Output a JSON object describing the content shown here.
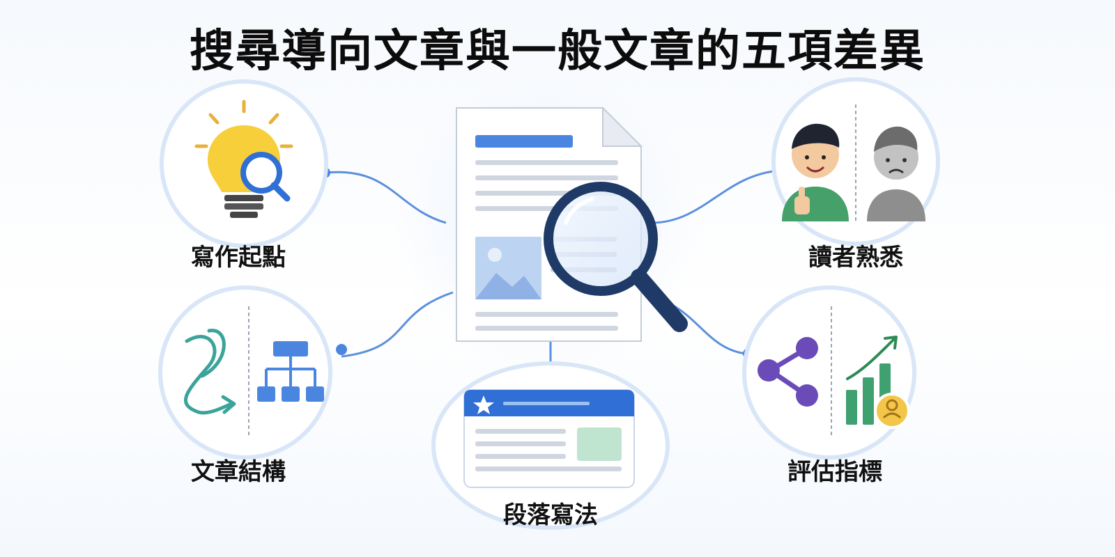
{
  "title": "搜尋導向文章與一般文章的五項差異",
  "items": [
    {
      "label": "寫作起點",
      "icon": "lightbulb-search-icon"
    },
    {
      "label": "讀者熟悉",
      "icon": "happy-vs-confused-reader-icon"
    },
    {
      "label": "文章結構",
      "icon": "winding-path-vs-hierarchy-icon"
    },
    {
      "label": "評估指標",
      "icon": "share-and-growth-chart-icon"
    },
    {
      "label": "段落寫法",
      "icon": "featured-snippet-card-icon"
    }
  ],
  "center_icon": "document-magnifier-icon",
  "colors": {
    "accent_blue": "#4a86e0",
    "ring": "#d8e6f8",
    "teal": "#3aa39a",
    "purple": "#6a4bb8",
    "green": "#3fa070",
    "bulb": "#f6cf3a",
    "snippet_green": "#bfe4cf"
  }
}
